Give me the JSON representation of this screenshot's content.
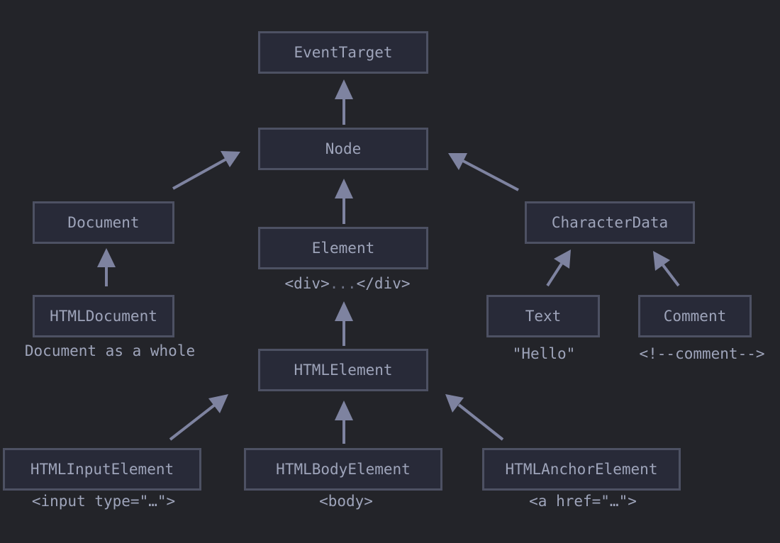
{
  "nodes": {
    "event_target": "EventTarget",
    "node": "Node",
    "document": "Document",
    "element": "Element",
    "character_data": "CharacterData",
    "html_document": "HTMLDocument",
    "html_element": "HTMLElement",
    "text": "Text",
    "comment": "Comment",
    "html_input_element": "HTMLInputElement",
    "html_body_element": "HTMLBodyElement",
    "html_anchor_element": "HTMLAnchorElement"
  },
  "captions": {
    "element_open": "<div>",
    "element_dots": "...",
    "element_close": "</div>",
    "html_document": "Document as a whole",
    "text": "\"Hello\"",
    "comment": "<!--comment-->",
    "html_input_element": "<input type=\"…\">",
    "html_body_element": "<body>",
    "html_anchor_element": "<a href=\"…\">"
  },
  "colors": {
    "background": "#232429",
    "box_fill": "#282a38",
    "box_border": "#4d5163",
    "text": "#9ea4ba",
    "arrow": "#7e83a0"
  },
  "edges": [
    {
      "from": "Node",
      "to": "EventTarget"
    },
    {
      "from": "Document",
      "to": "Node"
    },
    {
      "from": "Element",
      "to": "Node"
    },
    {
      "from": "CharacterData",
      "to": "Node"
    },
    {
      "from": "HTMLDocument",
      "to": "Document"
    },
    {
      "from": "HTMLElement",
      "to": "Element"
    },
    {
      "from": "Text",
      "to": "CharacterData"
    },
    {
      "from": "Comment",
      "to": "CharacterData"
    },
    {
      "from": "HTMLInputElement",
      "to": "HTMLElement"
    },
    {
      "from": "HTMLBodyElement",
      "to": "HTMLElement"
    },
    {
      "from": "HTMLAnchorElement",
      "to": "HTMLElement"
    }
  ]
}
